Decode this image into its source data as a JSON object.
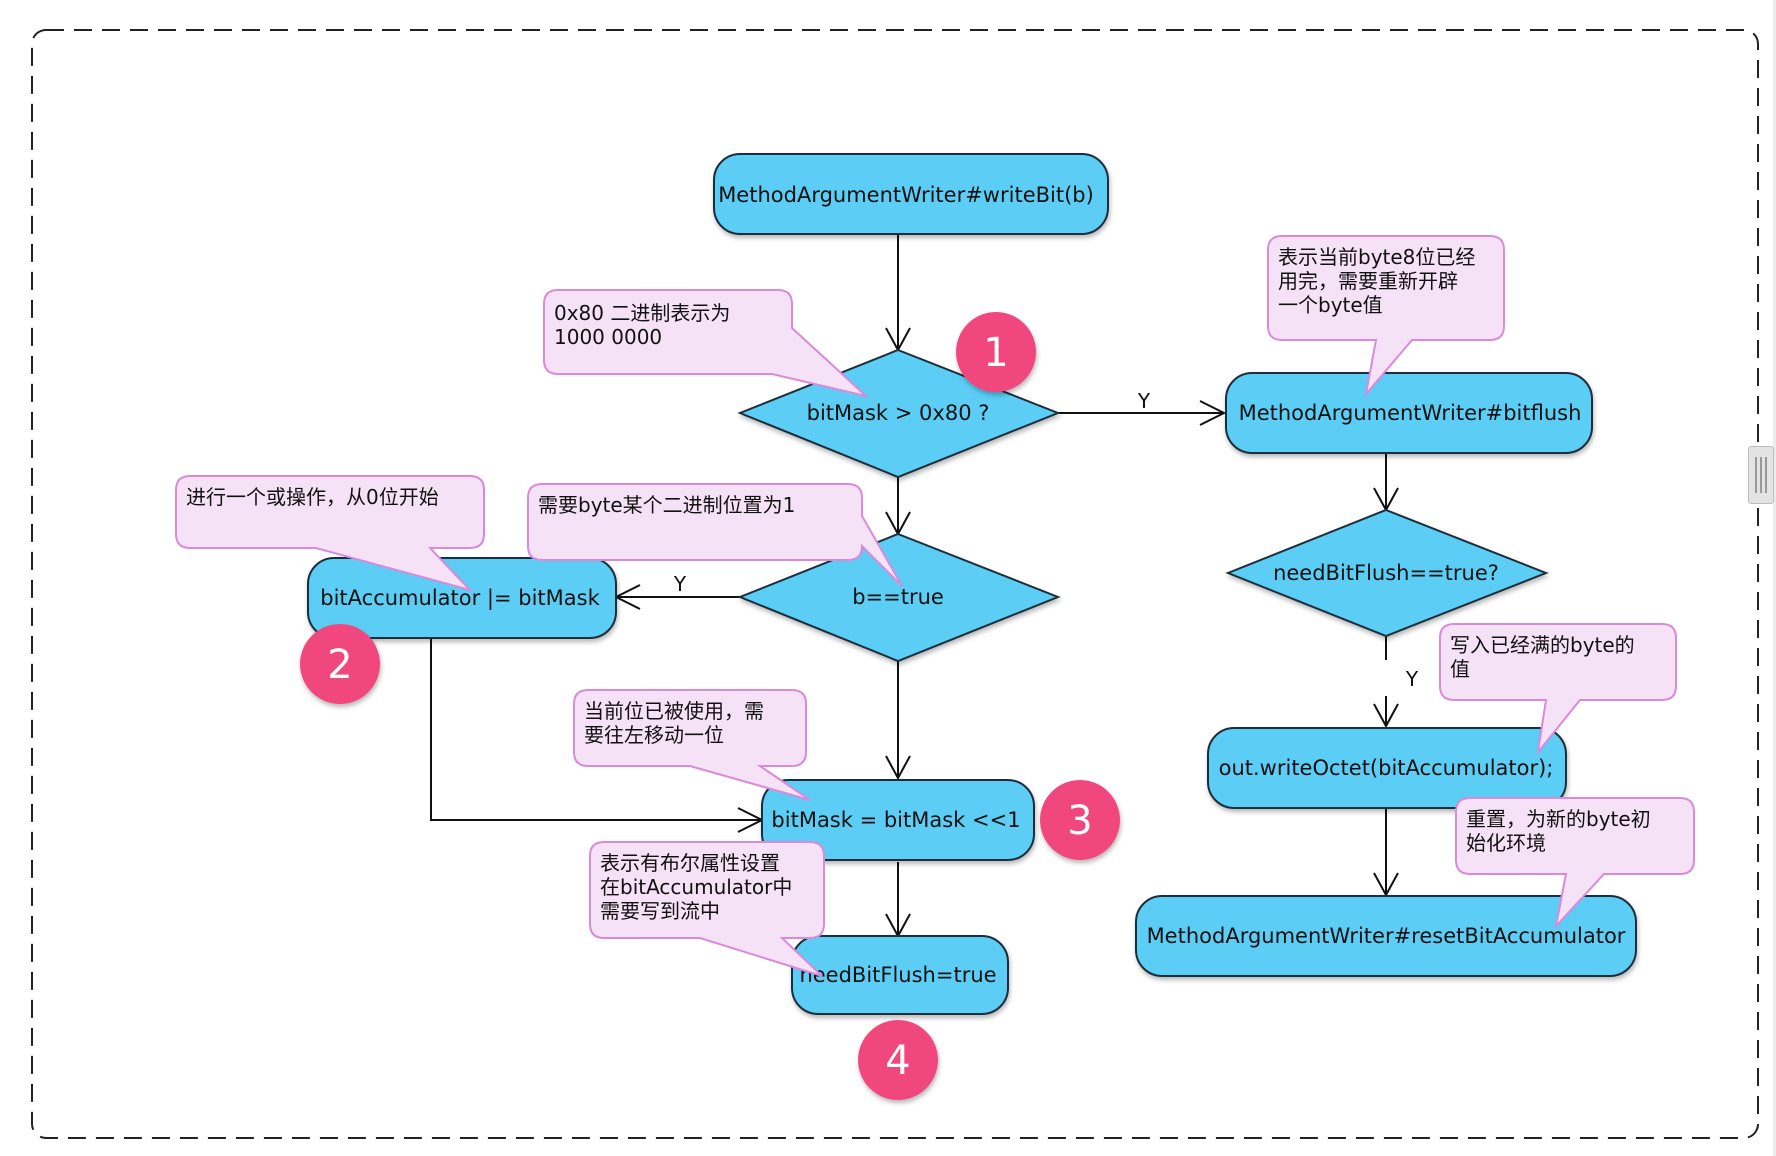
{
  "colors": {
    "node_fill": "#5bcdf4",
    "node_stroke": "#1f2d3a",
    "note_fill": "#f6e2f6",
    "note_stroke": "#d98ad9",
    "marker_fill": "#f0477f",
    "edge": "#111111",
    "frame": "#222222"
  },
  "nodes": {
    "write_bit": "MethodArgumentWriter#writeBit(b)",
    "bitmask_check": "bitMask > 0x80 ?",
    "b_check": "b==true",
    "accumulate": "bitAccumulator |= bitMask",
    "shift": "bitMask = bitMask <<1",
    "need_flush_set": "needBitFlush=true",
    "bitflush": "MethodArgumentWriter#bitflush",
    "need_flush_check": "needBitFlush==true?",
    "write_octet": "out.writeOctet(bitAccumulator);",
    "reset": "MethodArgumentWriter#resetBitAccumulator"
  },
  "edge_labels": {
    "bitmask_yes": "Y",
    "b_yes": "Y",
    "flush_yes": "Y"
  },
  "notes": {
    "binary": [
      "0x80 二进制表示为",
      "1000 0000"
    ],
    "or_op": [
      "进行一个或操作，从0位开始"
    ],
    "set_bit": [
      "需要byte某个二进制位置为1"
    ],
    "shift_left": [
      "当前位已被使用，需",
      "要往左移动一位"
    ],
    "boolean_props": [
      "表示有布尔属性设置",
      "在bitAccumulator中",
      "需要写到流中"
    ],
    "byte_used": [
      "表示当前byte8位已经",
      "用完，需要重新开辟",
      "一个byte值"
    ],
    "write_full": [
      "写入已经满的byte的",
      "值"
    ],
    "reset_env": [
      "重置，为新的byte初",
      "始化环境"
    ]
  },
  "markers": [
    "1",
    "2",
    "3",
    "4"
  ]
}
